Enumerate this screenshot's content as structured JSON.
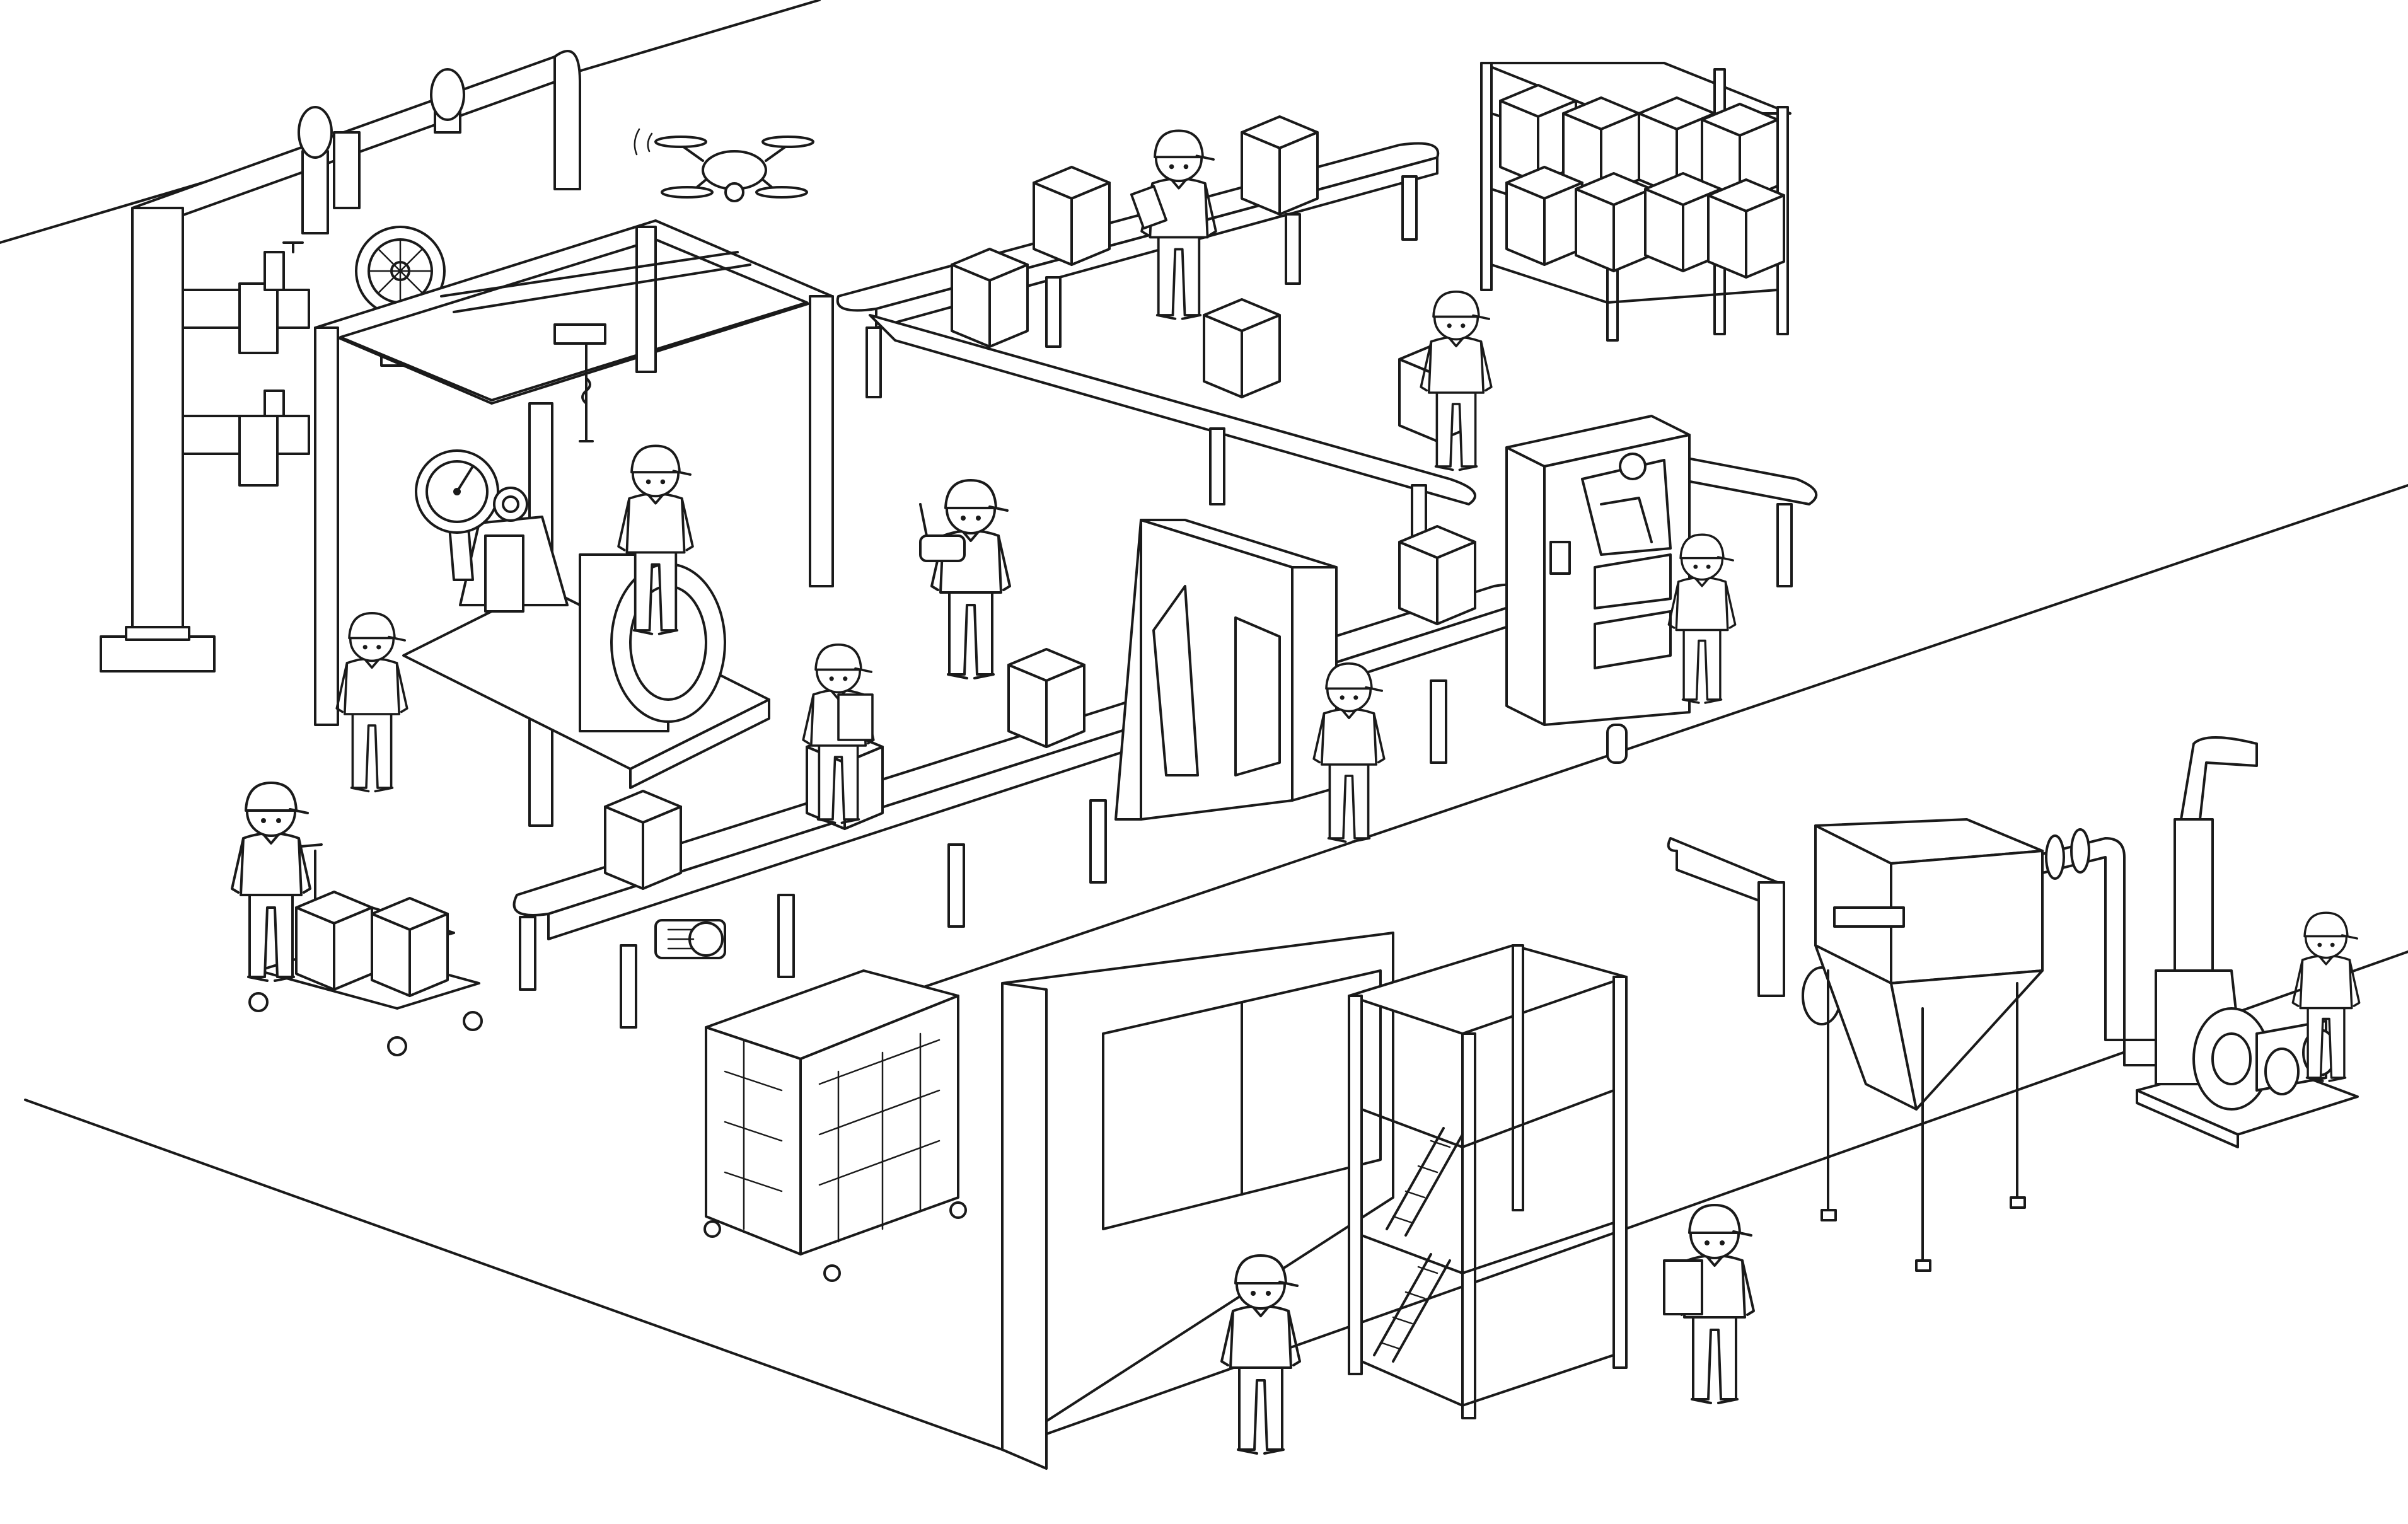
{
  "scene": {
    "style": "black-and-white line art",
    "line_color": "#1a1a1a",
    "background_color": "#ffffff",
    "icons": [
      "pipe-network",
      "valve-wheel-icon",
      "pressure-gauge-icon",
      "hoist-gantry",
      "drone-icon",
      "conveyor-belt",
      "cardboard-box",
      "storage-rack",
      "scanner-gate",
      "packing-machine",
      "hand-cart",
      "wire-cage-cart",
      "partition-wall",
      "window-panel",
      "scaffold-tower",
      "dust-collector",
      "pump-unit",
      "worker-figure",
      "clipboard-icon",
      "remote-controller-icon"
    ]
  }
}
